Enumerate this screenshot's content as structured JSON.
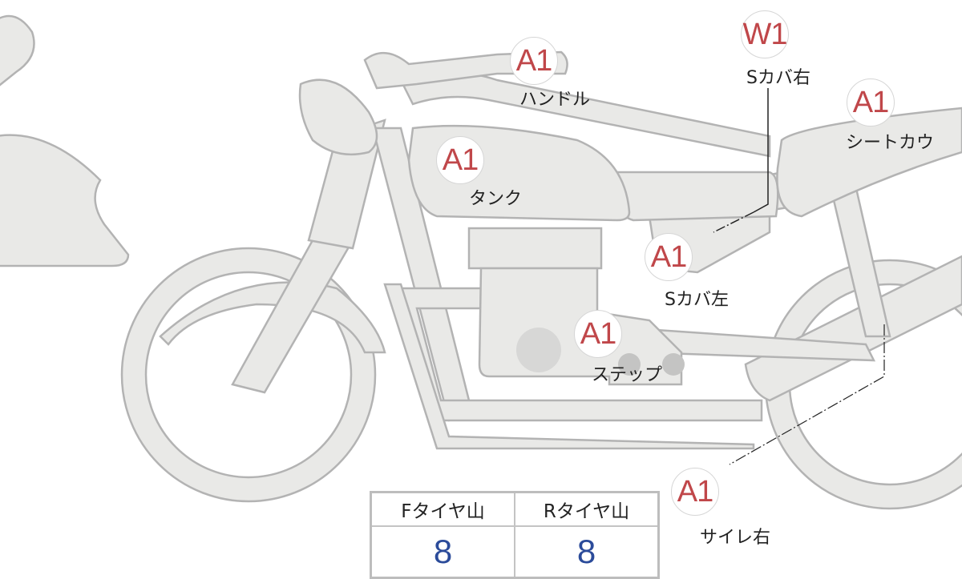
{
  "markers": [
    {
      "code": "A1",
      "part": "ハンドル"
    },
    {
      "code": "W1",
      "part": "Sカバ右"
    },
    {
      "code": "A1",
      "part": "シートカウ"
    },
    {
      "code": "A1",
      "part": "タンク"
    },
    {
      "code": "A1",
      "part": "Sカバ左"
    },
    {
      "code": "A1",
      "part": "ステップ"
    },
    {
      "code": "A1",
      "part": "サイレ右"
    }
  ],
  "tire_table": {
    "front_label": "Fタイヤ山",
    "front_value": "8",
    "rear_label": "Rタイヤ山",
    "rear_value": "8"
  },
  "colors": {
    "badge_text": "#c0474a",
    "value_text": "#2b4b9a",
    "body_fill": "#e9e9e7"
  }
}
